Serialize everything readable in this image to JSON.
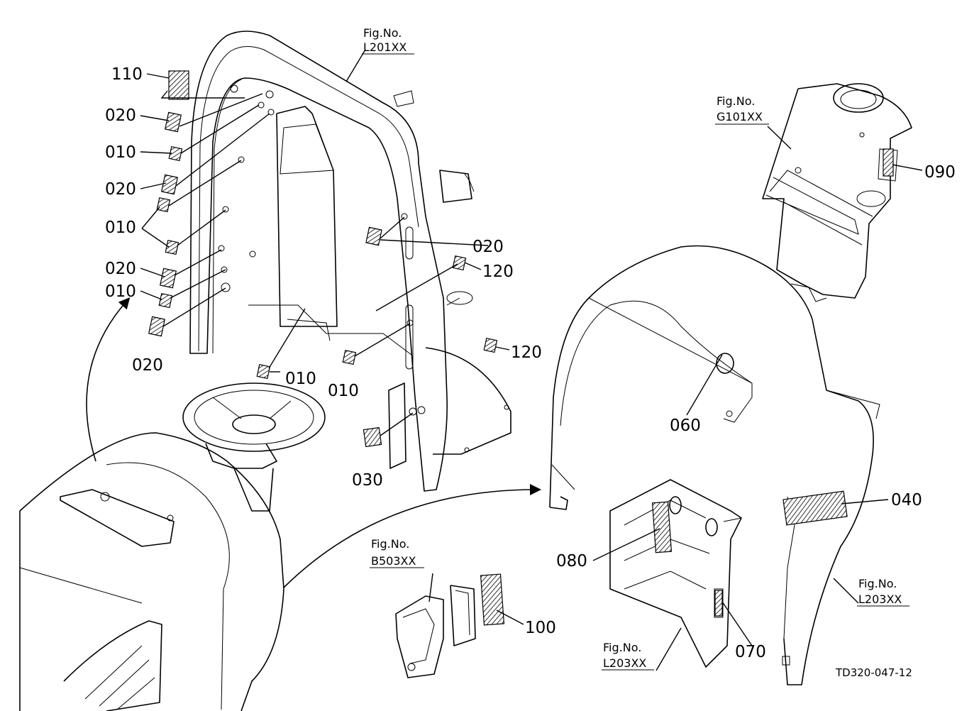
{
  "figure_refs": {
    "rops": {
      "prefix": "Fig.No.",
      "code": "L201XX"
    },
    "tank": {
      "prefix": "Fig.No.",
      "code": "G101XX"
    },
    "battery": {
      "prefix": "Fig.No.",
      "code": "B503XX"
    },
    "hood": {
      "prefix": "Fig.No.",
      "code": "L203XX"
    },
    "panel": {
      "prefix": "Fig.No.",
      "code": "L203XX"
    }
  },
  "callouts": {
    "c110": "110",
    "c020a": "020",
    "c010a": "010",
    "c020b": "020",
    "c010b": "010",
    "c020c": "020",
    "c010c": "010",
    "c020d": "020",
    "c010d": "010",
    "c010e": "010",
    "c020e": "020",
    "c120a": "120",
    "c120b": "120",
    "c030": "030",
    "c060": "060",
    "c090": "090",
    "c040": "040",
    "c080": "080",
    "c070": "070",
    "c100": "100"
  },
  "drawing_code": "TD320-047-12"
}
